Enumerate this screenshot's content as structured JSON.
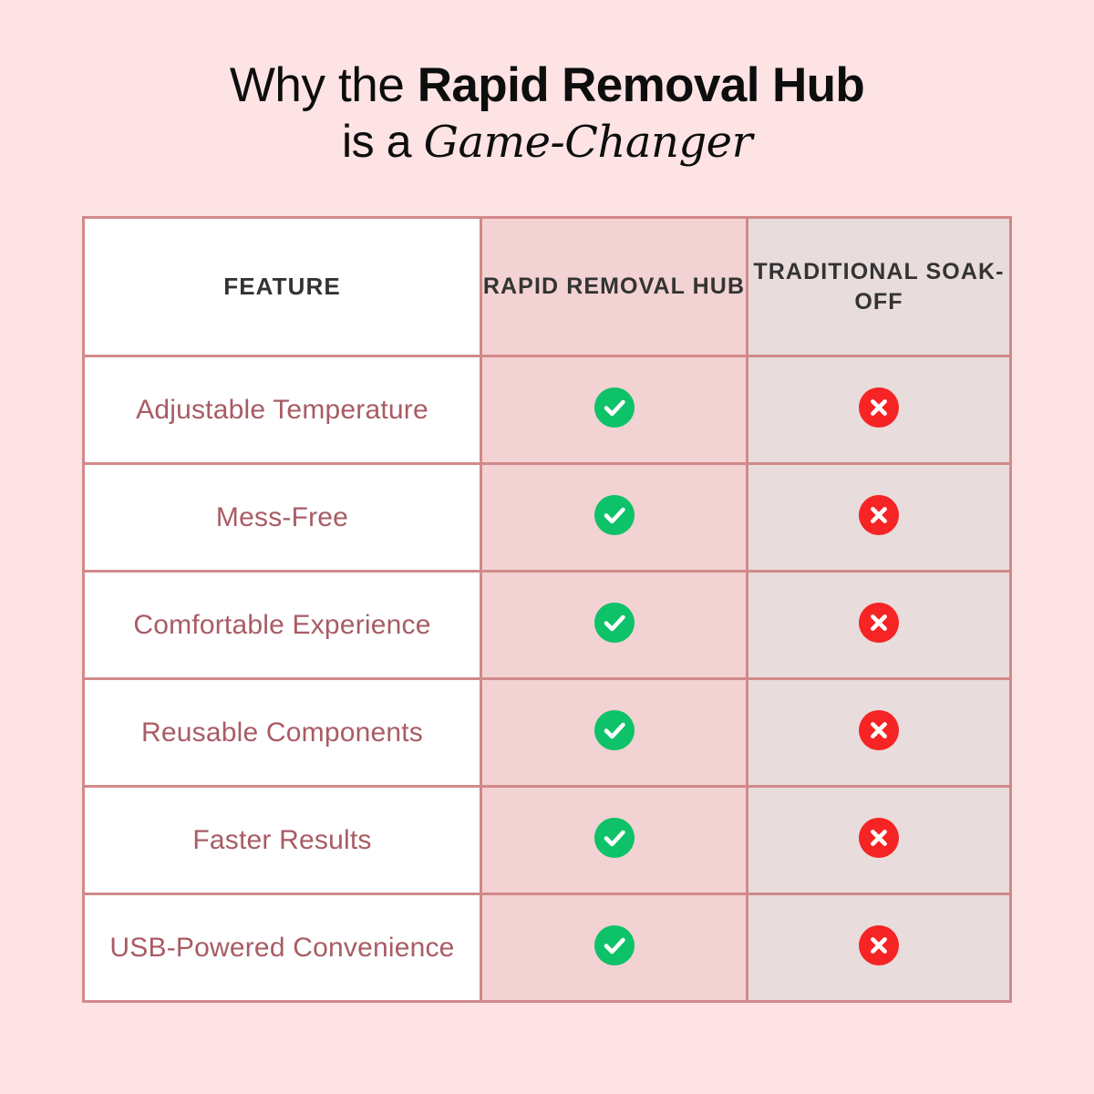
{
  "background_color": "#fde3e4",
  "title": {
    "line1_prefix": "Why the ",
    "line1_emphasis": "Rapid Removal Hub",
    "line2_prefix": "is a ",
    "line2_emphasis": "Game-Changer"
  },
  "table": {
    "border_color": "#d2898a",
    "columns": [
      {
        "key": "feature",
        "label": "FEATURE",
        "background": "#ffffff"
      },
      {
        "key": "hub",
        "label": "RAPID REMOVAL HUB",
        "background": "#f2d2d2"
      },
      {
        "key": "traditional",
        "label": "TRADITIONAL SOAK-OFF",
        "background": "#e8dcdc"
      }
    ],
    "header_text_color": "#333333",
    "feature_text_color": "#a85c64",
    "icons": {
      "yes": {
        "name": "check-circle-icon",
        "color": "#0dc268",
        "glyph": "check"
      },
      "no": {
        "name": "cross-circle-icon",
        "color": "#f62424",
        "glyph": "cross"
      }
    },
    "rows": [
      {
        "feature": "Adjustable Temperature",
        "hub": "yes",
        "traditional": "no"
      },
      {
        "feature": "Mess-Free",
        "hub": "yes",
        "traditional": "no"
      },
      {
        "feature": "Comfortable Experience",
        "hub": "yes",
        "traditional": "no"
      },
      {
        "feature": "Reusable Components",
        "hub": "yes",
        "traditional": "no"
      },
      {
        "feature": "Faster Results",
        "hub": "yes",
        "traditional": "no"
      },
      {
        "feature": "USB-Powered Convenience",
        "hub": "yes",
        "traditional": "no"
      }
    ]
  }
}
